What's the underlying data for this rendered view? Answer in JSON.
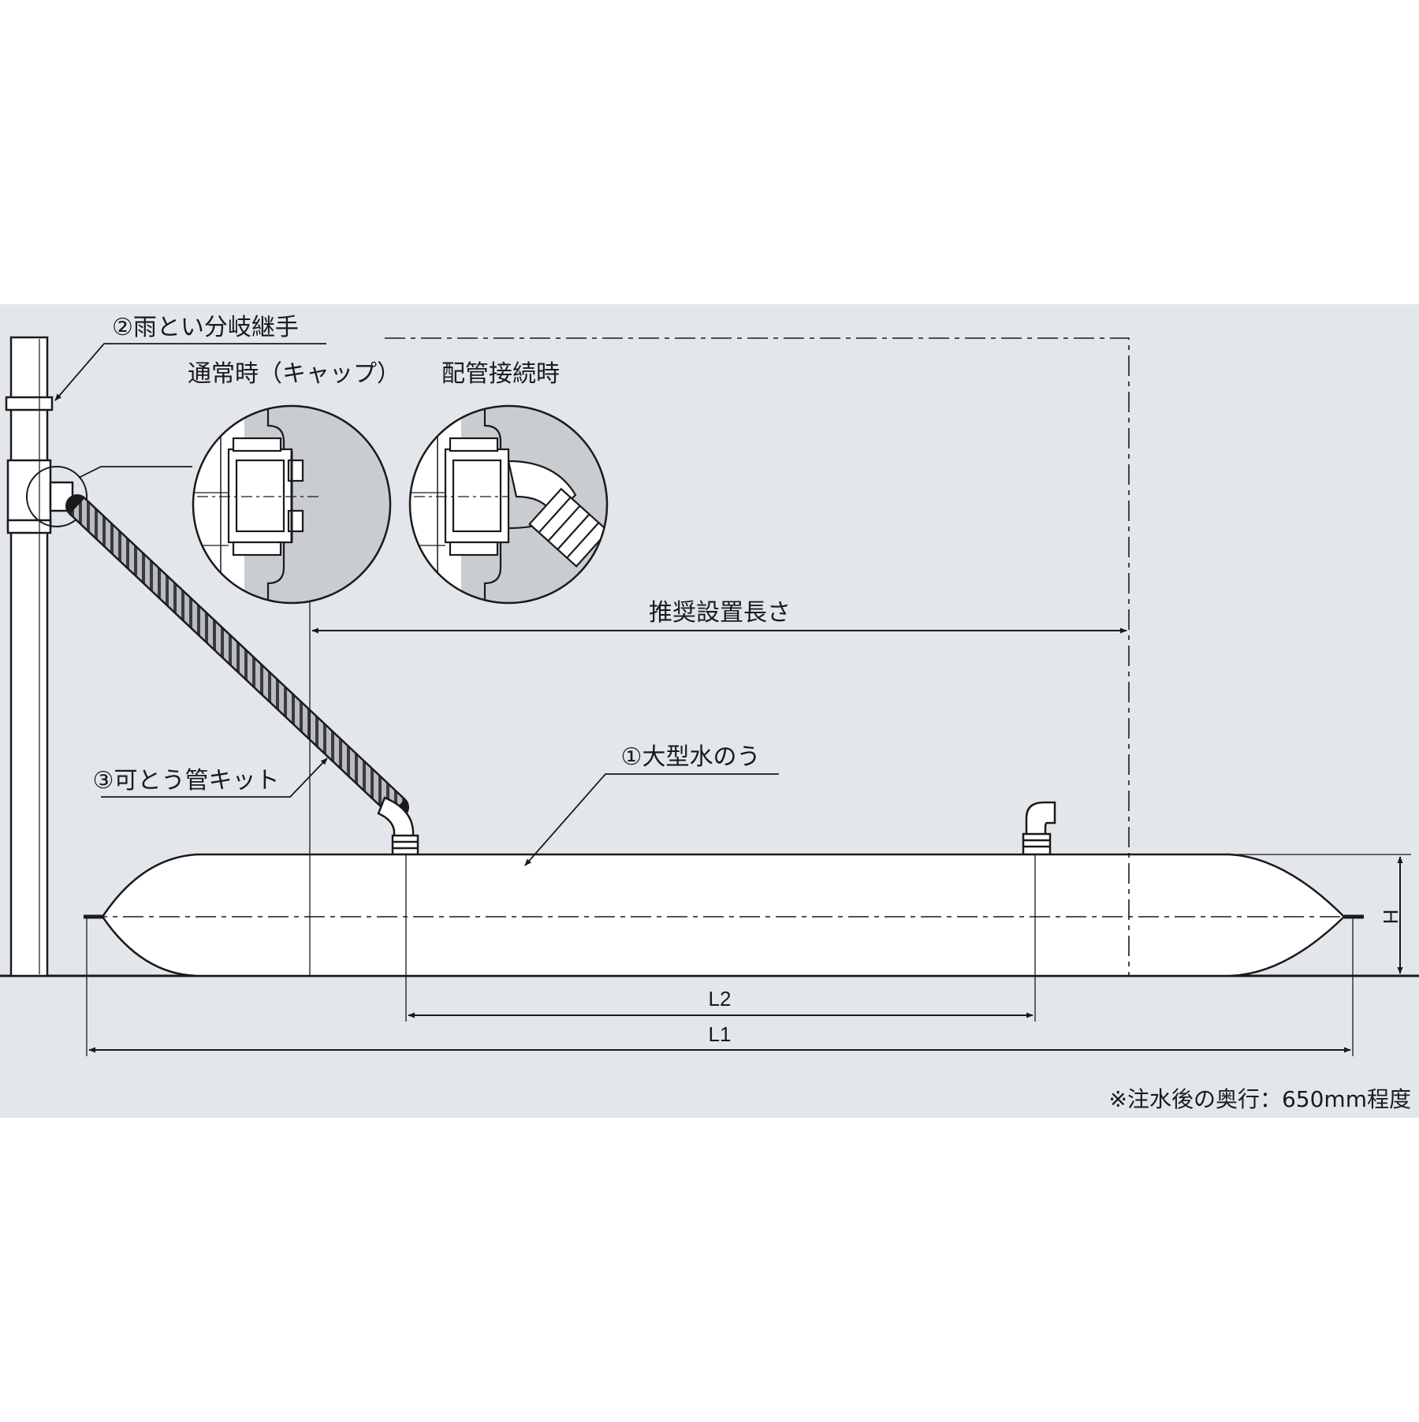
{
  "labels": {
    "joint": "②雨とい分岐継手",
    "normal": "通常時（キャップ）",
    "connected": "配管接続時",
    "recommended_length": "推奨設置長さ",
    "bag": "①大型水のう",
    "hose_kit": "③可とう管キット"
  },
  "dimensions": {
    "l1": "L1",
    "l2": "L2",
    "h": "H"
  },
  "note": "※注水後の奥行：650mm程度",
  "colors": {
    "panel": "#e3e7eb",
    "ink": "#1a1a1a",
    "bag_fill": "#ffffff",
    "detail_fill": "#c9ccd0"
  }
}
